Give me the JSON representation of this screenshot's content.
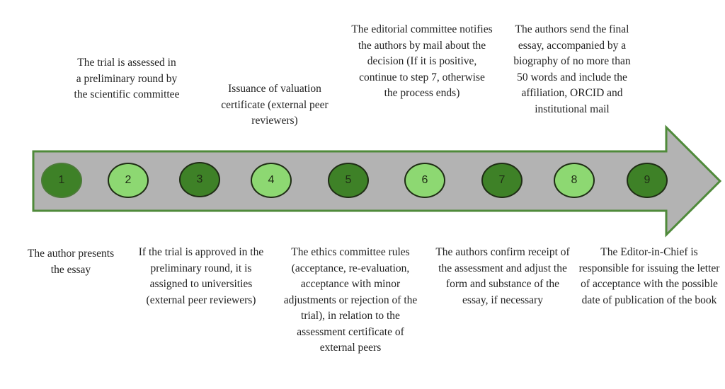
{
  "diagram": {
    "type": "process-timeline-arrow",
    "colors": {
      "arrow_fill": "#b3b3b3",
      "arrow_border": "#4f8a3a",
      "node_dark": "#3e8127",
      "node_light": "#8dd872",
      "node_border": "#1f2d15",
      "text": "#222222"
    },
    "steps": [
      {
        "number": "1",
        "shade": "dark",
        "position": "below",
        "text": "The author presents the essay"
      },
      {
        "number": "2",
        "shade": "light",
        "position": "above",
        "text": "The trial is assessed in a preliminary round by the scientific committee"
      },
      {
        "number": "3",
        "shade": "dark",
        "position": "below",
        "text": "If the trial is approved in the preliminary round, it is assigned to universities (external peer reviewers)"
      },
      {
        "number": "4",
        "shade": "light",
        "position": "above",
        "text": "Issuance of valuation certificate (external peer reviewers)"
      },
      {
        "number": "5",
        "shade": "dark",
        "position": "below",
        "text": "The ethics committee rules (acceptance, re-evaluation, acceptance with minor adjustments or rejection of the trial), in relation to the assessment certificate of external peers"
      },
      {
        "number": "6",
        "shade": "light",
        "position": "above",
        "text": "The editorial committee notifies the authors by mail about the decision (If it is positive, continue to step 7, otherwise the process ends)"
      },
      {
        "number": "7",
        "shade": "dark",
        "position": "below",
        "text": "The authors confirm receipt of the assessment and adjust the form and substance of the essay, if necessary"
      },
      {
        "number": "8",
        "shade": "light",
        "position": "above",
        "text": "The authors send the final essay, accompanied by a biography of no more than 50 words and include the affiliation, ORCID and institutional mail"
      },
      {
        "number": "9",
        "shade": "dark",
        "position": "below",
        "text": "The Editor-in-Chief is responsible for issuing the letter of acceptance with the possible date of publication of the book"
      }
    ]
  }
}
